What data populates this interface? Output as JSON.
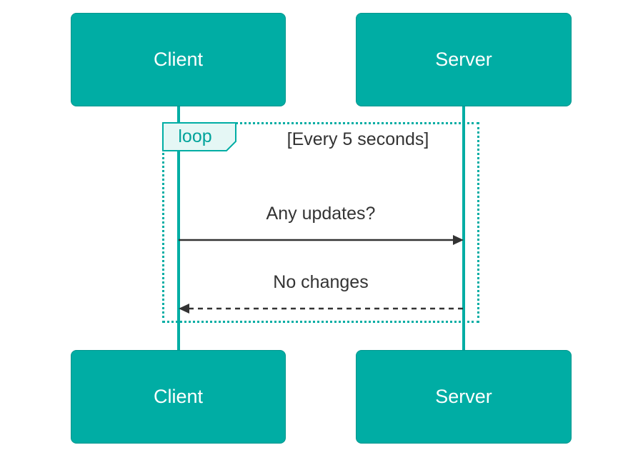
{
  "diagram": {
    "type": "sequence",
    "participants": [
      {
        "label": "Client"
      },
      {
        "label": "Server"
      }
    ],
    "loop": {
      "label": "loop",
      "condition": "[Every 5 seconds]"
    },
    "messages": [
      {
        "from": "Client",
        "to": "Server",
        "text": "Any updates?",
        "line": "solid",
        "direction": "right"
      },
      {
        "from": "Server",
        "to": "Client",
        "text": "No changes",
        "line": "dashed",
        "direction": "left"
      }
    ],
    "colors": {
      "actor_fill": "#00ADA4",
      "actor_border": "#00968E",
      "actor_text": "#FFFFFF",
      "lifeline": "#00ADA4",
      "loop_border": "#00ADA4",
      "loop_label_bg": "#E5F7F5",
      "loop_label_text": "#00A39B",
      "message_text": "#333333",
      "arrow": "#333333",
      "background": "#FFFFFF"
    }
  }
}
